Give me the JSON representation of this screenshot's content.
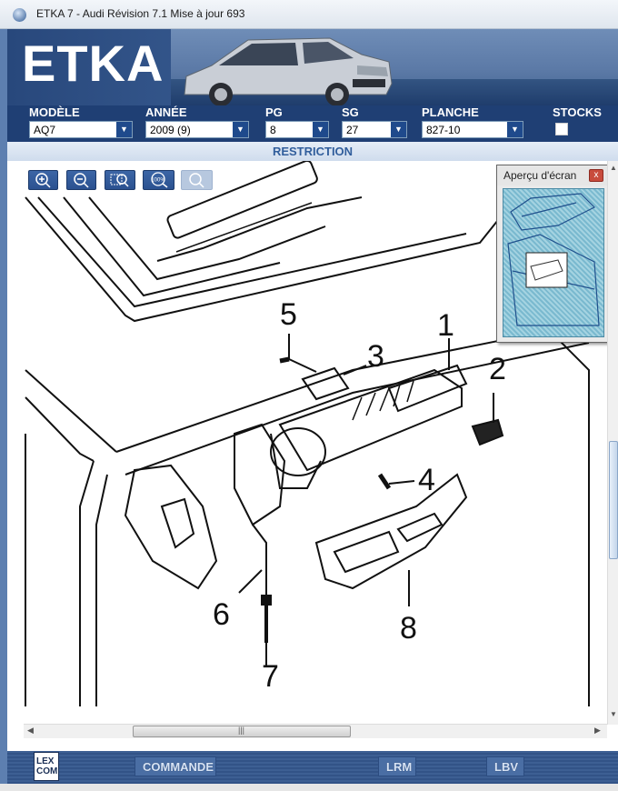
{
  "window": {
    "title": "ETKA 7 - Audi Révision 7.1 Mise à jour 693"
  },
  "header": {
    "logo": "ETKA"
  },
  "selectors": [
    {
      "label": "MODÈLE",
      "value": "AQ7"
    },
    {
      "label": "ANNÉE",
      "value": "2009 (9)"
    },
    {
      "label": "PG",
      "value": "8"
    },
    {
      "label": "SG",
      "value": "27"
    },
    {
      "label": "PLANCHE",
      "value": "827-10"
    }
  ],
  "stocks": {
    "label": "STOCKS",
    "checked": false
  },
  "restriction": {
    "label": "RESTRICTION"
  },
  "zoom_toolbar": {
    "buttons": [
      "zoom-in-icon",
      "zoom-out-icon",
      "zoom-area-icon",
      "zoom-100-icon",
      "zoom-disabled-icon"
    ],
    "zoom_100_label": "100%"
  },
  "diagram": {
    "part_numbers": [
      "1",
      "2",
      "3",
      "4",
      "5",
      "6",
      "7",
      "8"
    ]
  },
  "preview": {
    "title": "Aperçu d'écran",
    "close": "x"
  },
  "footer": {
    "logo_line1": "LEX",
    "logo_line2": "COM",
    "buttons": {
      "commande": "COMMANDE",
      "lrm": "LRM",
      "lbv": "LBV"
    }
  },
  "colors": {
    "header_blue": "#1f3f74",
    "accent_blue": "#315e9c"
  }
}
